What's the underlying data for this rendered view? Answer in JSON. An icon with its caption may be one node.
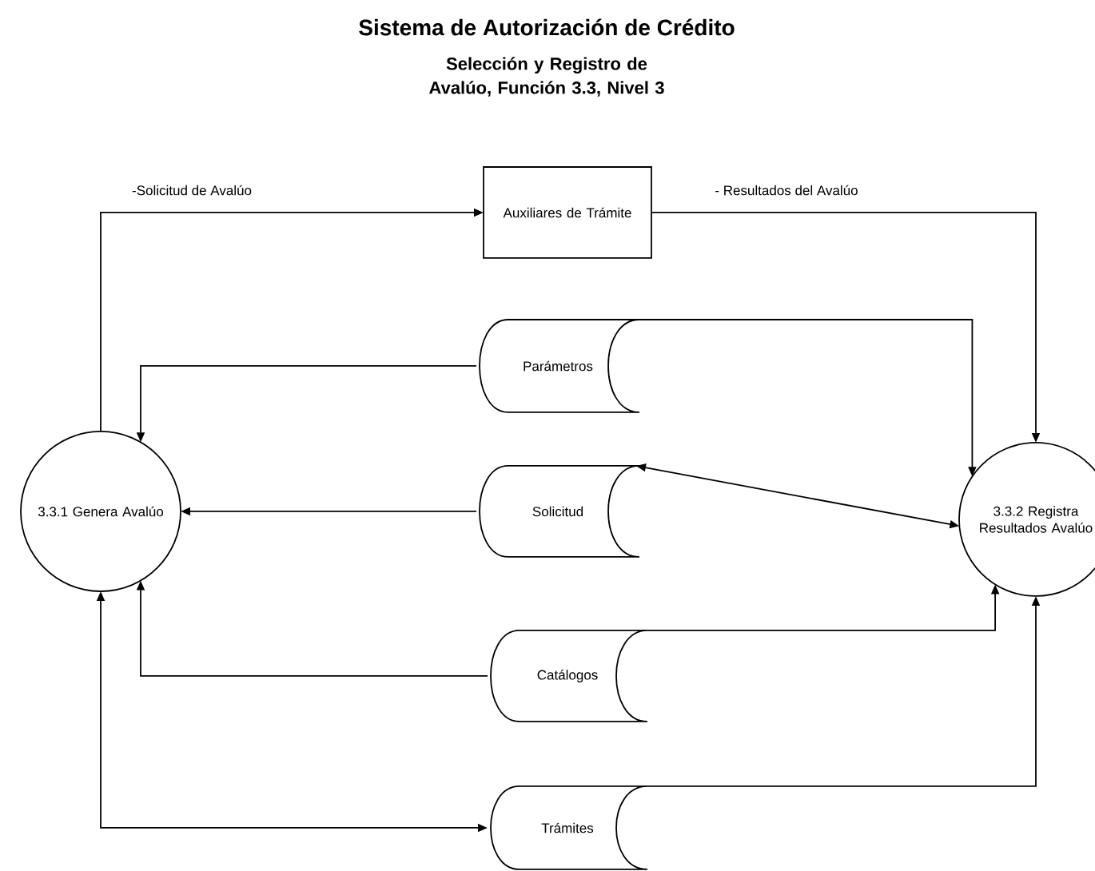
{
  "diagram": {
    "title": "Sistema de Autorización de Crédito",
    "nodes": [
      {
        "text": [
          "3.3.1 Genera Avalúo"
        ]
      },
      {
        "text": [
          "Auxiliares de Trámite"
        ]
      },
      {
        "text": [
          "Parámetros"
        ]
      },
      {
        "text": [
          "Solicitud"
        ]
      },
      {
        "text": [
          "Catálogos"
        ]
      },
      {
        "text": [
          "Trámites"
        ]
      },
      {
        "text": [
          "3.3.2 Registra Resultados Avalúo"
        ]
      }
    ],
    "edges": [
      {
        "from": 0,
        "to": 1,
        "arrow": "to",
        "label": "-Solicitud de Avalúo"
      },
      {
        "from": 1,
        "to": 6,
        "arrow": "to",
        "label": "- Resultados del Avalúo"
      },
      {
        "from": 2,
        "to": 0,
        "arrow": "to"
      },
      {
        "from": 2,
        "to": 6,
        "arrow": "to"
      },
      {
        "from": 3,
        "to": 0,
        "arrow": "to"
      },
      {
        "from": 3,
        "to": 6,
        "arrow": "both"
      },
      {
        "from": 4,
        "to": 0,
        "arrow": "to"
      },
      {
        "from": 4,
        "to": 6,
        "arrow": "to"
      },
      {
        "from": 0,
        "to": 5,
        "arrow": "both"
      },
      {
        "from": 5,
        "to": 6,
        "arrow": "to"
      }
    ],
    "labels": [
      "Selección y Registro de Avalúo, Función 3.3, Nivel 3"
    ]
  }
}
